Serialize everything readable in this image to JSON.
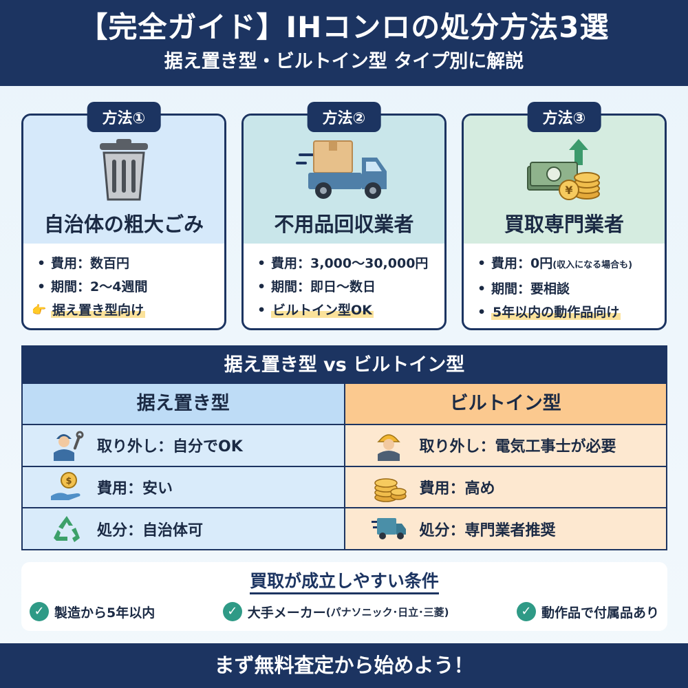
{
  "header": {
    "title": "【完全ガイド】IHコンロの処分方法3選",
    "subtitle": "据え置き型・ビルトイン型 タイプ別に解説"
  },
  "methods": [
    {
      "badge": "方法①",
      "name": "自治体の粗大ごみ",
      "icon": "trash-can-icon",
      "items": [
        {
          "bullet": "•",
          "text": "費用：数百円"
        },
        {
          "bullet": "•",
          "text": "期間：2〜4週間"
        },
        {
          "bullet": "👉",
          "text": "据え置き型向け"
        }
      ]
    },
    {
      "badge": "方法②",
      "name": "不用品回収業者",
      "icon": "delivery-truck-icon",
      "items": [
        {
          "bullet": "•",
          "text": "費用：3,000〜30,000円"
        },
        {
          "bullet": "•",
          "text": "期間：即日〜数日"
        },
        {
          "bullet": "•",
          "text": "ビルトイン型OK"
        }
      ]
    },
    {
      "badge": "方法③",
      "name": "買取専門業者",
      "icon": "money-coins-icon",
      "items": [
        {
          "bullet": "•",
          "text": "費用：0円",
          "note": "(収入になる場合も)"
        },
        {
          "bullet": "•",
          "text": "期間：要相談"
        },
        {
          "bullet": "•",
          "text": "5年以内の動作品向け"
        }
      ]
    }
  ],
  "compare": {
    "title": "据え置き型 vs ビルトイン型",
    "left": {
      "heading": "据え置き型",
      "rows": [
        {
          "icon": "worker-wrench-icon",
          "text": "取り外し：自分でOK"
        },
        {
          "icon": "hand-coin-icon",
          "text": "費用：安い"
        },
        {
          "icon": "recycle-icon",
          "text": "処分：自治体可"
        }
      ]
    },
    "right": {
      "heading": "ビルトイン型",
      "rows": [
        {
          "icon": "electrician-helmet-icon",
          "text": "取り外し：電気工事士が必要"
        },
        {
          "icon": "coin-stack-icon",
          "text": "費用：高め"
        },
        {
          "icon": "truck-icon",
          "text": "処分：専門業者推奨"
        }
      ]
    }
  },
  "conditions": {
    "title": "買取が成立しやすい条件",
    "items": [
      {
        "text": "製造から5年以内"
      },
      {
        "text": "大手メーカー",
        "note": " (パナソニック･日立･三菱)"
      },
      {
        "text": "動作品で付属品あり"
      }
    ],
    "check": "✓"
  },
  "footer": {
    "text": "まず無料査定から始めよう！"
  },
  "colors": {
    "navy": "#1c3461",
    "card1": "#d6e9fa",
    "card2": "#c9e6ea",
    "card3": "#d5ece0",
    "highlight": "#fbe29a",
    "left_col": "#d9ebfa",
    "right_col": "#fde8d0",
    "check": "#2f9a86"
  }
}
